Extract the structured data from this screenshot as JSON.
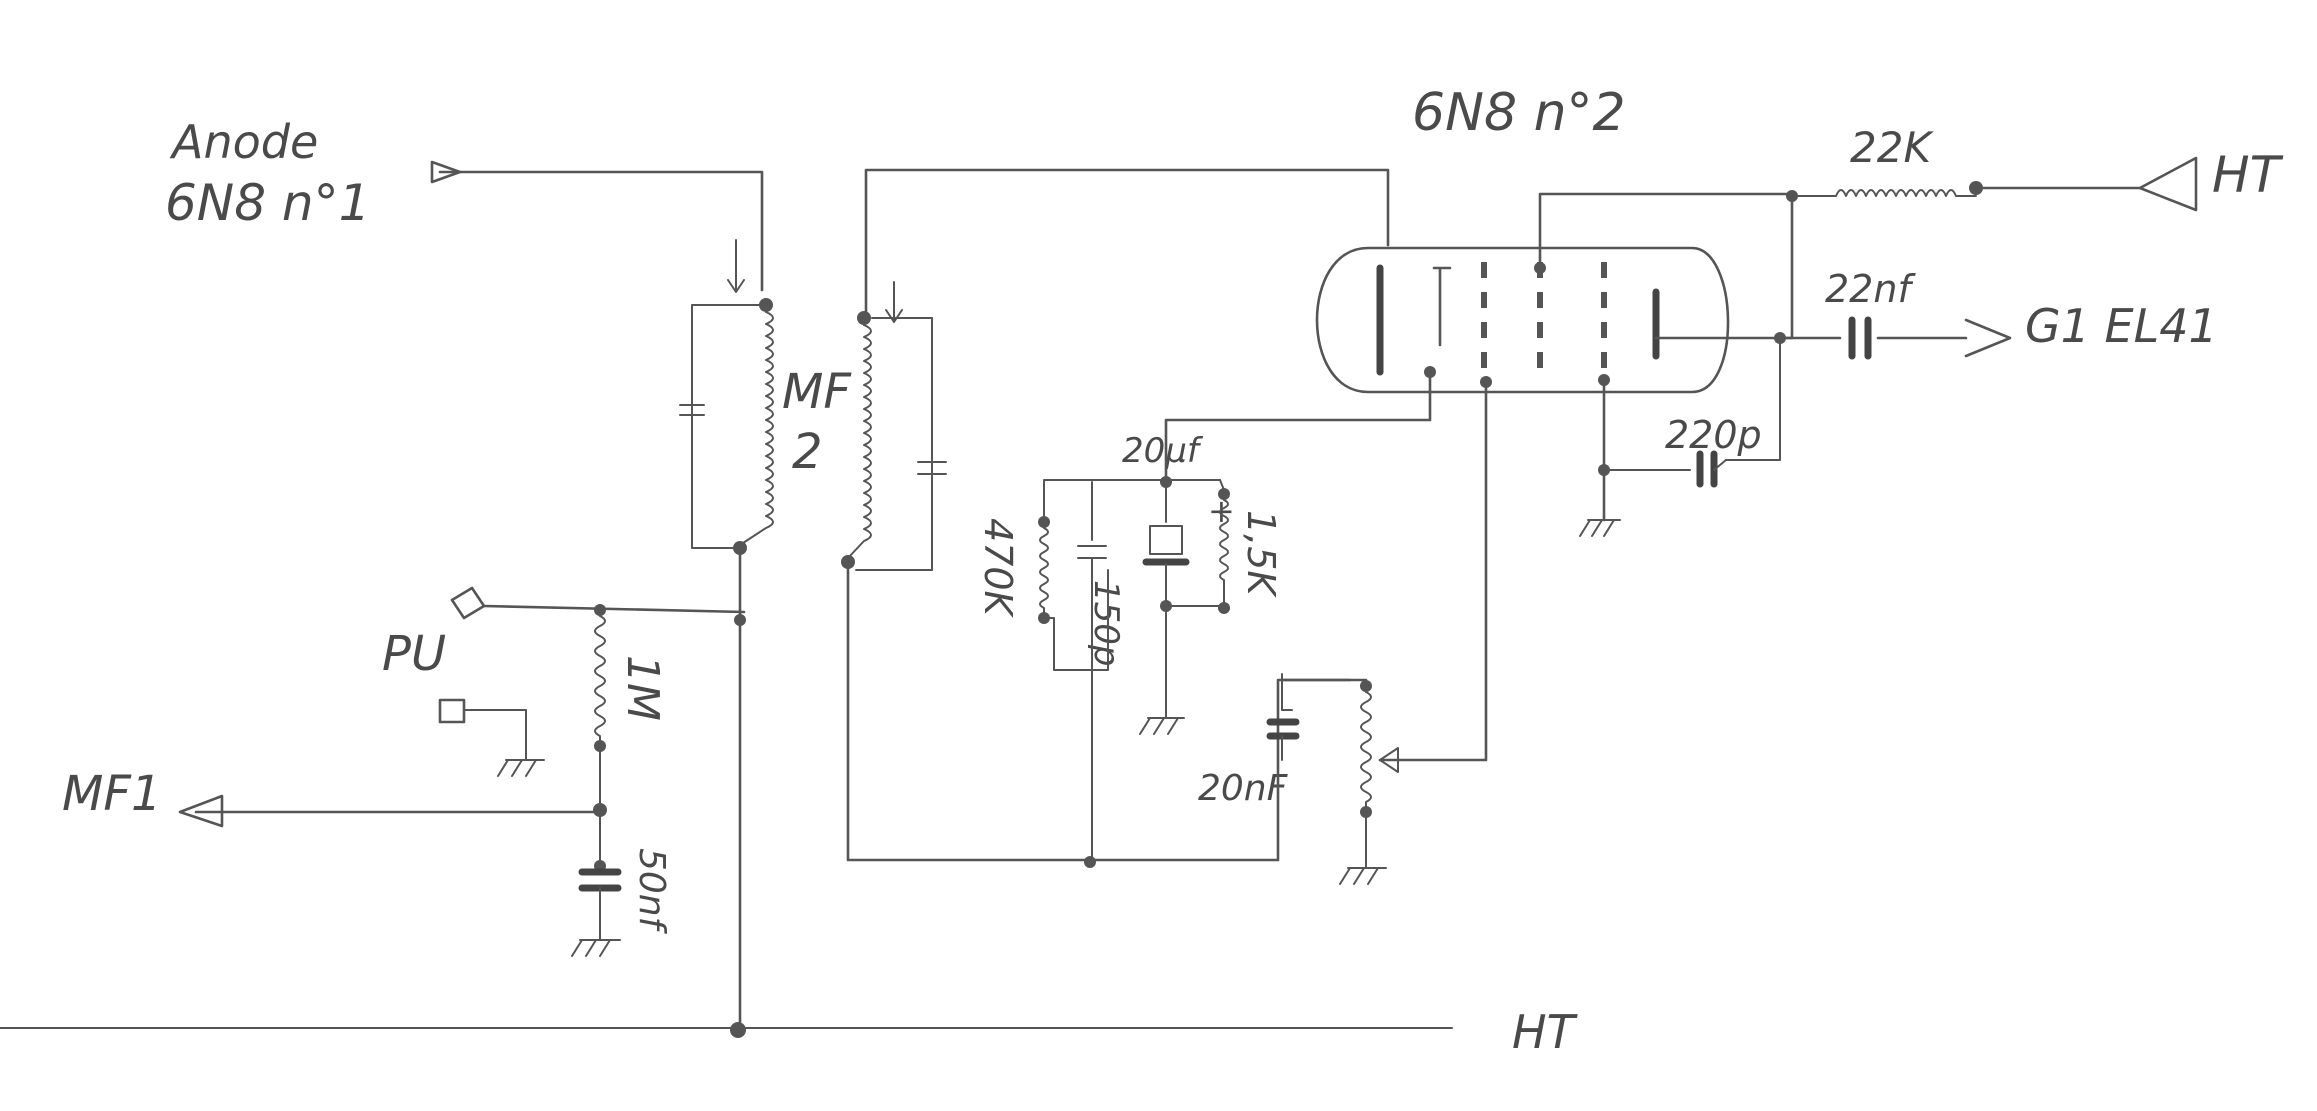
{
  "labels": {
    "anode_line1": "Anode",
    "anode_line2": "6N8 n°1",
    "mf2_line1": "MF",
    "mf2_line2": "2",
    "tube": "6N8 n°2",
    "r_22k": "22K",
    "ht_top": "HT",
    "c_22nf": "22nf",
    "g1_el41": "G1 EL41",
    "c_220p": "220p",
    "c_20uf": "20µf",
    "r_470k": "470K",
    "c_150p": "150p",
    "r_15k": "1,5K",
    "c_20nf": "20nF",
    "pu": "PU",
    "r_1m": "1M",
    "mf1": "MF1",
    "c_50nf": "50nf",
    "ht_bottom": "HT",
    "plus": "+"
  }
}
